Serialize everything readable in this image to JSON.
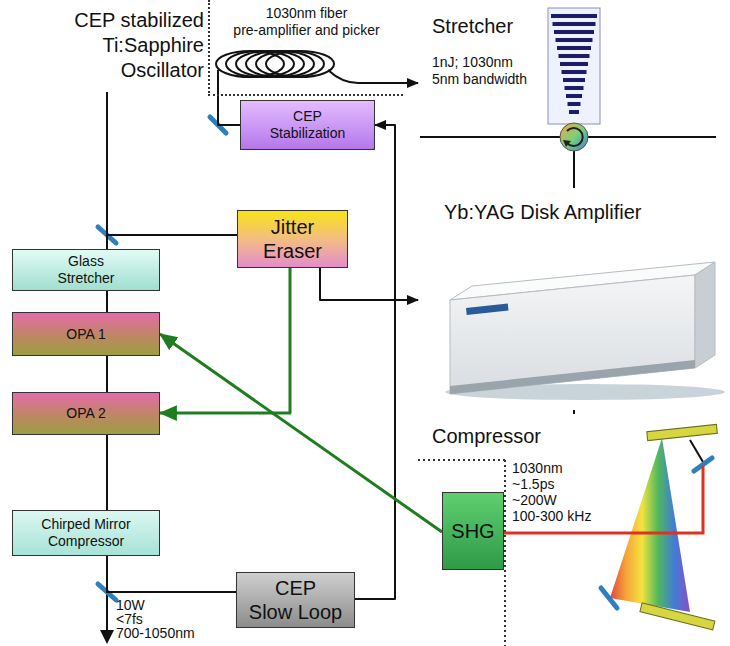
{
  "diagram": {
    "nodes": [
      {
        "text": [
          "CEP stabilized Ti:Sapphire Oscillator"
        ]
      },
      {
        "text": [
          "1030nm fiber pre-amplifier and picker"
        ],
        "in": 0
      },
      {
        "text": [
          "CEP Stabilization"
        ],
        "in": 0
      },
      {
        "text": [
          "Stretcher",
          "1nJ; 1030nm 5nm bandwidth"
        ]
      },
      {
        "text": [
          "10W <7fs 700-1050nm"
        ]
      },
      {
        "text": [
          "Jitter Eraser"
        ],
        "in": 4
      },
      {
        "text": [
          "Glass Stretcher"
        ],
        "in": 4
      },
      {
        "text": [
          "OPA 1"
        ],
        "in": 4
      },
      {
        "text": [
          "OPA 2"
        ],
        "in": 4
      },
      {
        "text": [
          "Chirped Mirror Compressor"
        ],
        "in": 4
      },
      {
        "text": [
          "CEP Slow Loop"
        ],
        "in": 4
      },
      {
        "text": [
          "Yb:YAG Disk Amplifier"
        ]
      },
      {
        "text": [
          "Compressor",
          "1030nm ~1.5ps ~200W 100-300 kHz"
        ]
      },
      {
        "text": [
          "SHG"
        ],
        "in": 12
      }
    ],
    "edges": [
      {
        "from": 2,
        "to": 1,
        "arrow": "none"
      },
      {
        "from": 1,
        "to": 3,
        "arrow": "to"
      },
      {
        "from": 0,
        "to": 6,
        "arrow": "none"
      },
      {
        "from": 0,
        "to": 5,
        "arrow": "none"
      },
      {
        "from": 6,
        "to": 7,
        "arrow": "none"
      },
      {
        "from": 7,
        "to": 8,
        "arrow": "none"
      },
      {
        "from": 8,
        "to": 9,
        "arrow": "none"
      },
      {
        "from": 9,
        "to": 10,
        "arrow": "none"
      },
      {
        "from": 10,
        "to": 2,
        "arrow": "to"
      },
      {
        "from": 5,
        "to": 11,
        "arrow": "to"
      },
      {
        "from": 5,
        "to": 8,
        "arrow": "to"
      },
      {
        "from": 13,
        "to": 7,
        "arrow": "to"
      },
      {
        "from": 3,
        "to": 11,
        "arrow": "none"
      },
      {
        "from": 11,
        "to": 12,
        "arrow": "none"
      }
    ]
  }
}
